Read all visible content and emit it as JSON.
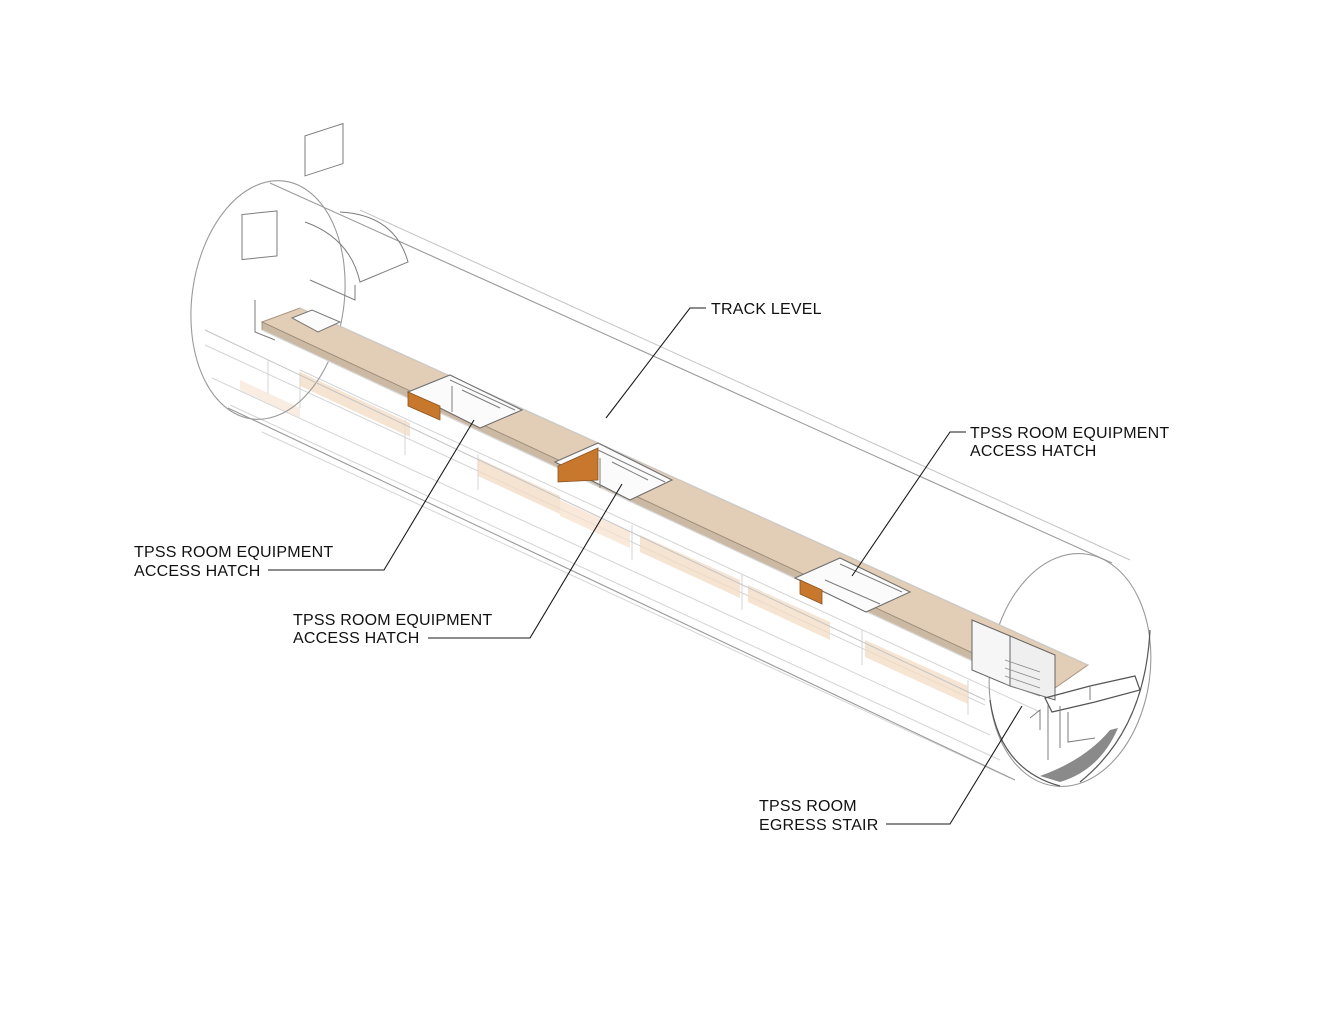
{
  "diagram": {
    "labels": {
      "track_level": "TRACK LEVEL",
      "hatch_right": {
        "line1": "TPSS ROOM EQUIPMENT",
        "line2": "ACCESS HATCH"
      },
      "hatch_left": {
        "line1": "TPSS ROOM EQUIPMENT",
        "line2": "ACCESS HATCH"
      },
      "hatch_center": {
        "line1": "TPSS ROOM EQUIPMENT",
        "line2": "ACCESS HATCH"
      },
      "egress_stair": {
        "line1": "TPSS ROOM",
        "line2": "EGRESS STAIR"
      }
    },
    "colors": {
      "slab": "#e2cdb6",
      "equipment": "#c8782c",
      "floor_glow": "#f4dcc4",
      "hatch_opening": "#fbfbfb",
      "tube_outline": "#9a9a9a",
      "end_shading": "#8a8a8a"
    }
  }
}
